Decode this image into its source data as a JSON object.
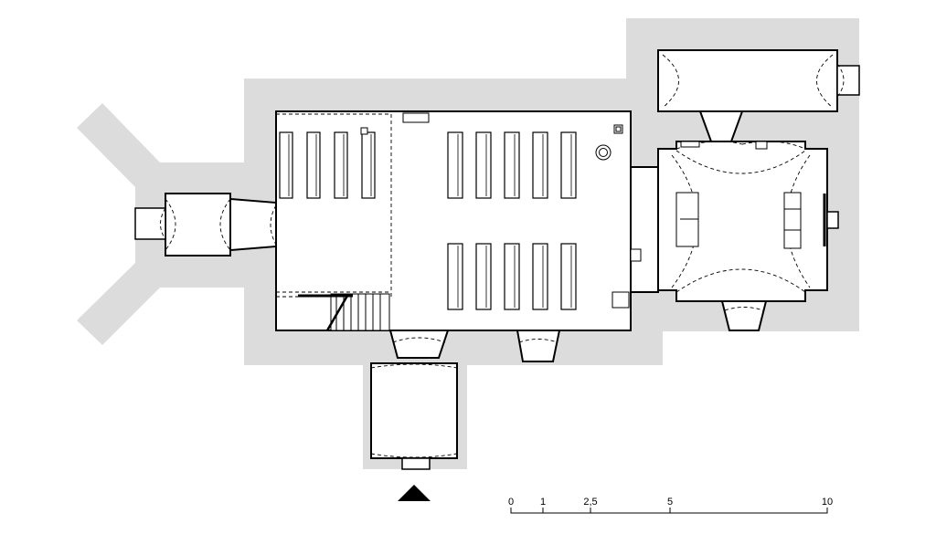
{
  "colors": {
    "background": "#ffffff",
    "ground": "#dcdcdc",
    "wall_fill": "#ffffff",
    "line": "#000000"
  },
  "scale_bar": {
    "labels": [
      "0",
      "1",
      "2,5",
      "5",
      "10"
    ]
  },
  "entrance_marker": "entrance-arrow-icon"
}
